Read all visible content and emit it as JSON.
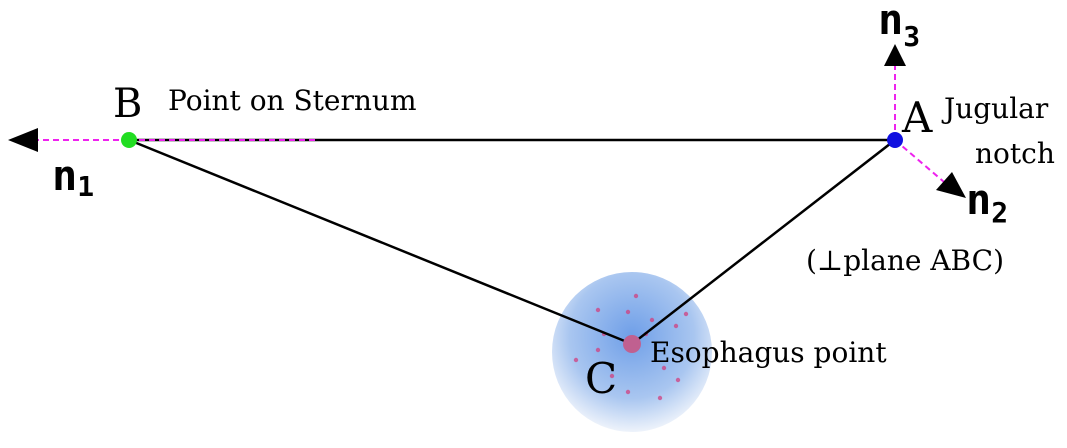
{
  "points": {
    "A": {
      "letter": "A",
      "label_line1": "Jugular",
      "label_line2": "notch",
      "color": "#1010e0"
    },
    "B": {
      "letter": "B",
      "label": "Point on Sternum",
      "color": "#22dd22"
    },
    "C": {
      "letter": "C",
      "label": "Esophagus point",
      "color": "#c06090"
    }
  },
  "normals": {
    "n1": {
      "base": "n",
      "sub": "1"
    },
    "n2": {
      "base": "n",
      "sub": "2",
      "note": "(⊥plane ABC)"
    },
    "n3": {
      "base": "n",
      "sub": "3"
    }
  },
  "colors": {
    "edge": "#000000",
    "normal_dash": "#ee22ee",
    "arrow": "#000000",
    "sphere_center": "#6fa0e8",
    "sphere_edge": "#dde8f8",
    "dots": "#d04080"
  }
}
